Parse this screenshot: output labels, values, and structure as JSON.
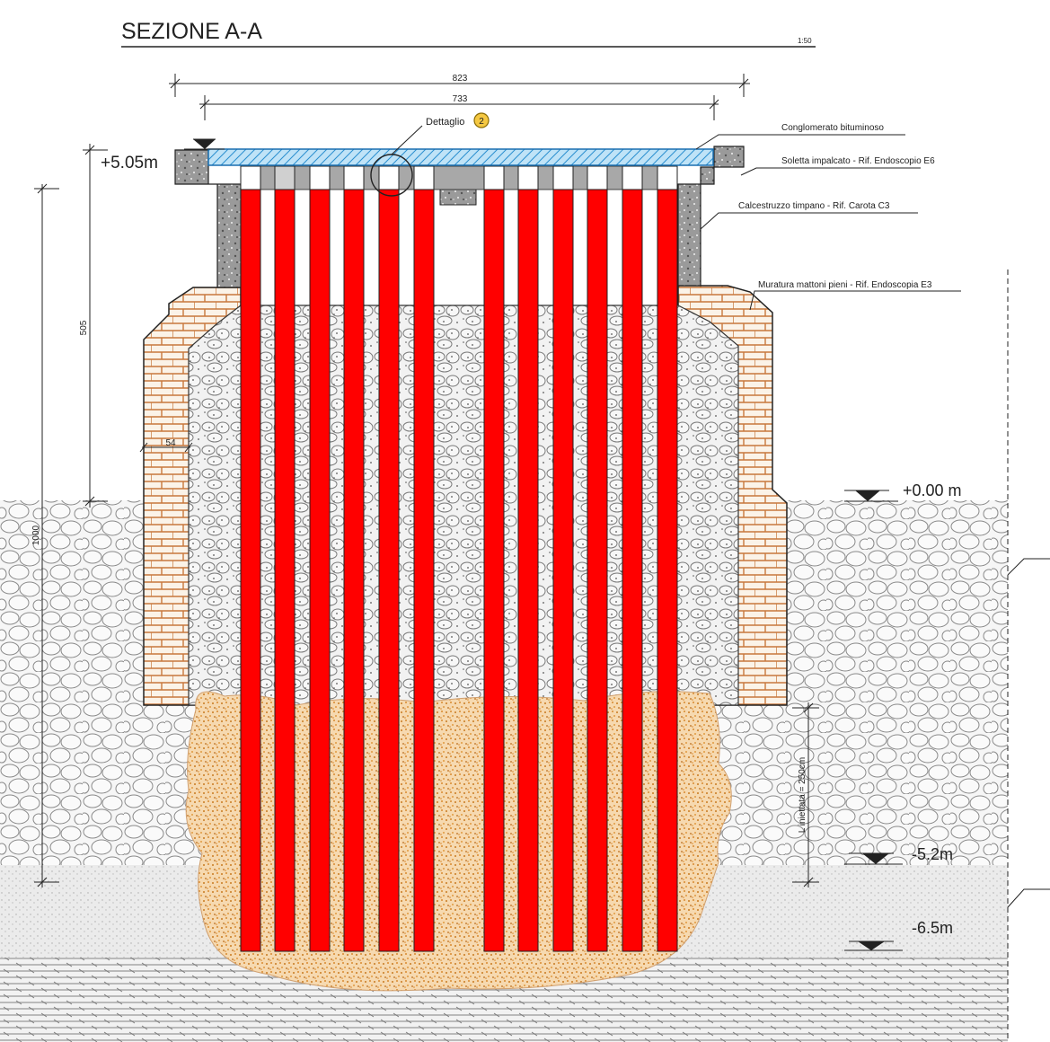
{
  "title": "SEZIONE A-A",
  "scale": "1:50",
  "dimensions": {
    "overall_width": "823",
    "inner_width": "733",
    "height_upper": "505",
    "height_total": "1000",
    "wall_thickness": "54",
    "injected_length": "L iniettata = 250cm"
  },
  "detail": {
    "label": "Dettaglio",
    "number": "2"
  },
  "levels": {
    "top": "+5.05m",
    "ground": "+0.00 m",
    "level_1": "-5.2m",
    "level_2": "-6.5m"
  },
  "callouts": {
    "asphalt": "Conglomerato bituminoso",
    "slab": "Soletta impalcato - Rif. Endoscopio E6",
    "concrete": "Calcestruzzo timpano - Rif. Carota C3",
    "masonry": "Muratura mattoni pieni - Rif. Endoscopia E3"
  },
  "colors": {
    "pile": "#ff0000",
    "asphalt": "#3aa0e0",
    "injected_soil": "#e8a050",
    "masonry": "#c8783c",
    "concrete": "#9a9a9a"
  },
  "piles": {
    "count": 12
  }
}
